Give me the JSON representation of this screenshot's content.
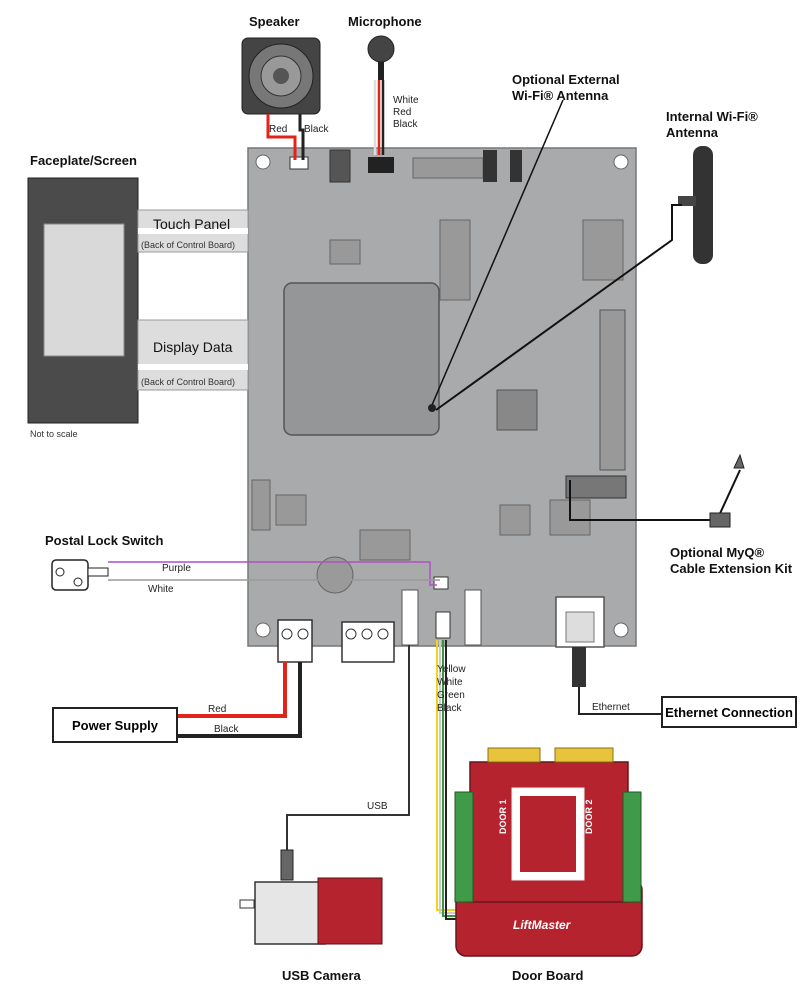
{
  "labels": {
    "speaker": "Speaker",
    "microphone": "Microphone",
    "mic_wires": [
      "White",
      "Red",
      "Black"
    ],
    "speaker_red": "Red",
    "speaker_black": "Black",
    "ext_antenna": [
      "Optional External",
      "Wi-Fi® Antenna"
    ],
    "int_antenna": [
      "Internal Wi-Fi®",
      "Antenna"
    ],
    "faceplate": "Faceplate/Screen",
    "touch_panel": "Touch Panel",
    "touch_panel_sub": "(Back of Control Board)",
    "display_data": "Display Data",
    "display_data_sub": "(Back of Control Board)",
    "not_to_scale": "Not to scale",
    "postal_lock": "Postal Lock Switch",
    "purple": "Purple",
    "white": "White",
    "myq": [
      "Optional MyQ®",
      "Cable Extension Kit"
    ],
    "power_supply": "Power Supply",
    "red": "Red",
    "black": "Black",
    "ethernet_connection": "Ethernet Connection",
    "ethernet": "Ethernet",
    "usb": "USB",
    "db_wires": [
      "Yellow",
      "White",
      "Green",
      "Black"
    ],
    "usb_camera": "USB Camera",
    "door_board": "Door Board",
    "door1": "DOOR 1",
    "door2": "DOOR 2",
    "liftmaster": "LiftMaster"
  },
  "colors": {
    "board": "#a9aaab",
    "board_chip": "#959698",
    "door_board": "#b5242e",
    "wire_red": "#e2231a",
    "wire_black": "#222222",
    "wire_purple": "#b14fc5",
    "wire_yellow": "#f2d21b",
    "wire_green": "#3a9a3a",
    "terminal_green": "#3f9b47"
  }
}
